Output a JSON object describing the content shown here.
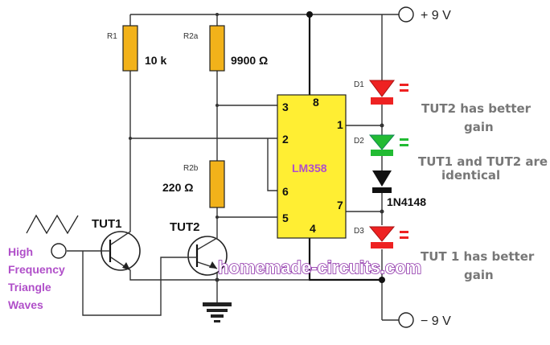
{
  "supply": {
    "positive": "+ 9 V",
    "negative": "− 9 V"
  },
  "resistors": {
    "r1": {
      "ref": "R1",
      "value": "10 k"
    },
    "r2a": {
      "ref": "R2a",
      "value": "9900 Ω"
    },
    "r2b": {
      "ref": "R2b",
      "value": "220 Ω"
    }
  },
  "ic": {
    "name": "LM358",
    "pins": {
      "p1": "1",
      "p2": "2",
      "p3": "3",
      "p4": "4",
      "p5": "5",
      "p6": "6",
      "p7": "7",
      "p8": "8"
    }
  },
  "transistors": {
    "t1": "TUT1",
    "t2": "TUT2"
  },
  "leds": {
    "d1": "D1",
    "d2": "D2",
    "d3": "D3"
  },
  "diode": "1N4148",
  "annotations": {
    "d1_line1": "TUT2  has better",
    "d1_line2": "gain",
    "d2_line1": "TUT1 and TUT2 are",
    "d2_line2": "identical",
    "d3_line1": "TUT 1  has better",
    "d3_line2": "gain"
  },
  "input_label": [
    "High",
    "Frequency",
    "Triangle",
    "Waves"
  ],
  "watermark": "homemade-circuits.com",
  "colors": {
    "led_red": "#ee2222",
    "led_green": "#22bb33",
    "ic_fill": "#ffee33",
    "resistor_fill": "#f2b21a",
    "accent_purple": "#b04fc9"
  }
}
